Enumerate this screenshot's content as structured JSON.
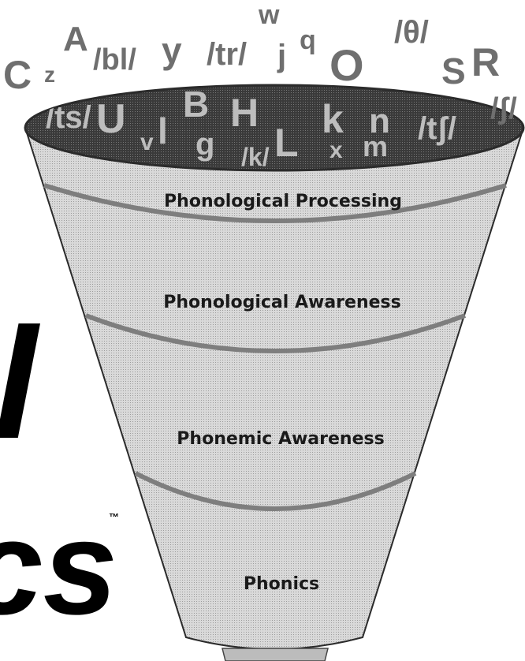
{
  "background_text": {
    "line1": "l",
    "line2": "cs",
    "trademark": "™"
  },
  "funnel": {
    "layers": [
      {
        "label": "Phonological Processing"
      },
      {
        "label": "Phonological Awareness"
      },
      {
        "label": "Phonemic Awareness"
      },
      {
        "label": "Phonics"
      }
    ]
  },
  "rim_symbols": [
    "C",
    "z",
    "A",
    "/bl/",
    "y",
    "/tr/",
    "w",
    "j",
    "q",
    "O",
    "/θ/",
    "S",
    "R",
    "/ʃ/"
  ],
  "inner_symbols": [
    "/ts/",
    "U",
    "v",
    "l",
    "B",
    "g",
    "H",
    "/k/",
    "L",
    "k",
    "x",
    "n",
    "m",
    "/tʃ/"
  ],
  "colors": {
    "funnel_fill": "#d6d6d6",
    "band_stroke": "#7e7e7e",
    "mouth_dark": "#3c3c3c",
    "text": "#1a1a1a"
  }
}
